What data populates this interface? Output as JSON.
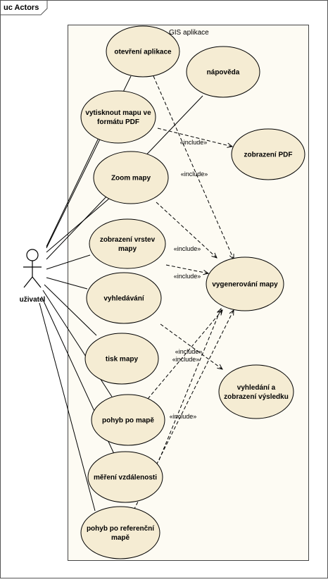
{
  "frame": {
    "title": "uc Actors"
  },
  "system": {
    "name": "GIS aplikace"
  },
  "actor": {
    "name": "uživatel"
  },
  "include_label": "«include»",
  "use_cases": [
    {
      "id": "open",
      "lines": [
        "otevření aplikace"
      ]
    },
    {
      "id": "help",
      "lines": [
        "nápověda"
      ]
    },
    {
      "id": "print-pdf",
      "lines": [
        "vytisknout mapu ve",
        "formátu PDF"
      ]
    },
    {
      "id": "show-pdf",
      "lines": [
        "zobrazení PDF"
      ]
    },
    {
      "id": "zoom",
      "lines": [
        "Zoom mapy"
      ]
    },
    {
      "id": "layers",
      "lines": [
        "zobrazení vrstev",
        "mapy"
      ]
    },
    {
      "id": "generate",
      "lines": [
        "vygenerování mapy"
      ]
    },
    {
      "id": "search",
      "lines": [
        "vyhledávání"
      ]
    },
    {
      "id": "print",
      "lines": [
        "tisk mapy"
      ]
    },
    {
      "id": "search-result",
      "lines": [
        "vyhledání a",
        "zobrazení výsledku"
      ]
    },
    {
      "id": "move",
      "lines": [
        "pohyb po mapě"
      ]
    },
    {
      "id": "measure",
      "lines": [
        "měření vzdálenosti"
      ]
    },
    {
      "id": "move-ref",
      "lines": [
        "pohyb po referenční",
        "mapě"
      ]
    }
  ],
  "associations": [
    "open",
    "help",
    "print-pdf",
    "zoom",
    "layers",
    "search",
    "print",
    "move",
    "measure",
    "move-ref"
  ],
  "includes": [
    {
      "from": "open",
      "to": "generate",
      "labeled": false
    },
    {
      "from": "print-pdf",
      "to": "show-pdf",
      "labeled": true
    },
    {
      "from": "zoom",
      "to": "generate",
      "labeled": true
    },
    {
      "from": "layers",
      "to": "generate",
      "labeled": true
    },
    {
      "from": "search",
      "to": "search-result",
      "labeled": true
    },
    {
      "from": "move",
      "to": "generate",
      "labeled": true
    },
    {
      "from": "measure",
      "to": "generate",
      "labeled": true
    },
    {
      "from": "move-ref",
      "to": "generate",
      "labeled": true
    }
  ]
}
